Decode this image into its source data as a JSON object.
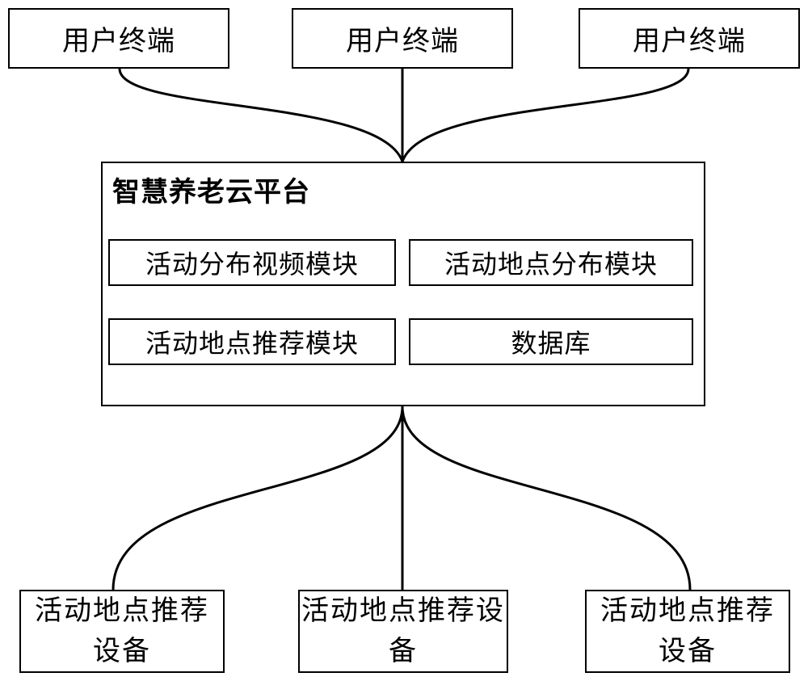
{
  "user_terminals": [
    "用户终端",
    "用户终端",
    "用户终端"
  ],
  "platform": {
    "title": "智慧养老云平台",
    "modules": [
      "活动分布视频模块",
      "活动地点分布模块",
      "活动地点推荐模块",
      "数据库"
    ]
  },
  "devices": [
    "活动地点推荐设备",
    "活动地点推荐设备",
    "活动地点推荐设备"
  ]
}
